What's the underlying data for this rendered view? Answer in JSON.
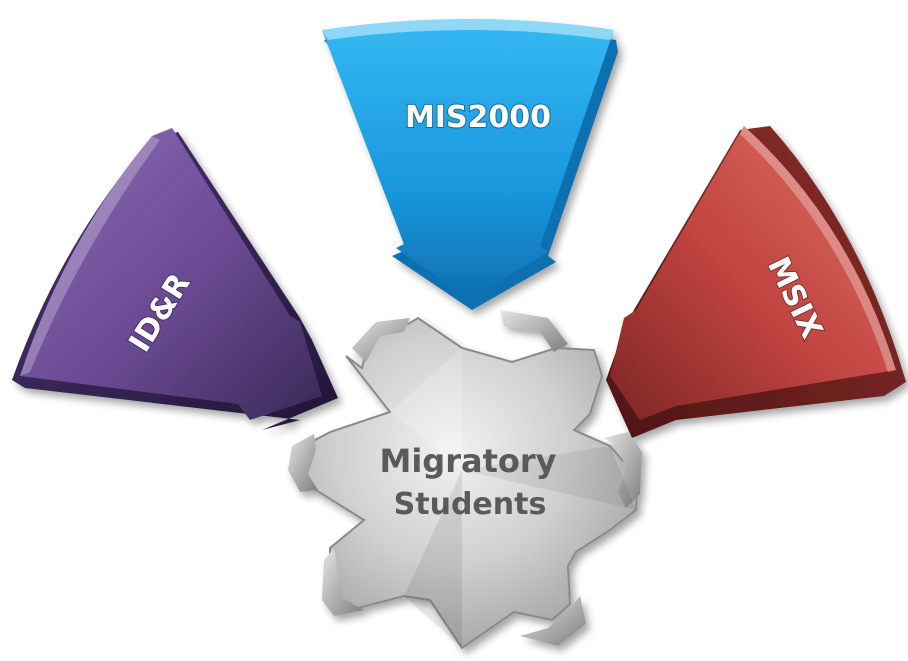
{
  "arrows": [
    {
      "id": "id-r",
      "label": "ID&R",
      "color": "#6a4a92"
    },
    {
      "id": "mis2000",
      "label": "MIS2000",
      "color": "#1f9fe0"
    },
    {
      "id": "msix",
      "label": "MSIX",
      "color": "#c0433f"
    }
  ],
  "center": {
    "line1": "Migratory",
    "line2": "Students",
    "color": "#c8c8c8"
  }
}
